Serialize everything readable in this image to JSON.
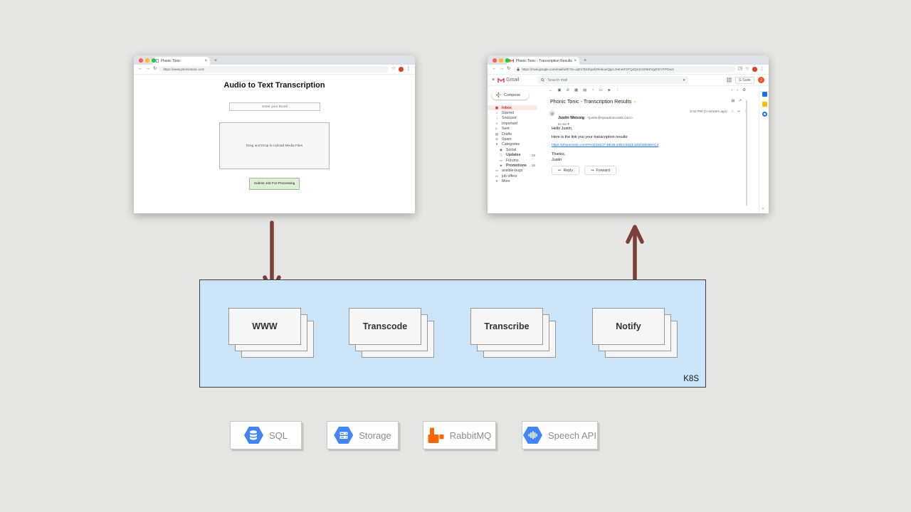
{
  "glyphs": {
    "back": "←",
    "forward": "→",
    "reload": "↻",
    "star": "☆",
    "dots": "⋮",
    "close": "×",
    "plus": "+",
    "hamburger": "≡",
    "caret": "▾",
    "chev_left": "‹",
    "chev_right": "›",
    "gear": "⚙",
    "important": "»",
    "reply": "↩",
    "forward_mail": "↪",
    "open_new": "↗",
    "print": "▤",
    "archive": "▣",
    "report": "⊘",
    "trash": "▦",
    "unread": "▤",
    "snooze": "◔",
    "folder": "▭",
    "label_tag": "◈",
    "extension": "◳"
  },
  "left_browser": {
    "tab_title": "Phonic Tonic",
    "url": "https://www.phonictonic.com",
    "page": {
      "title": "Audio to Text Transcription",
      "email_placeholder": "Enter your Email",
      "dropzone_label": "Drag and Drop to Upload Media Files",
      "submit_label": "Submit Job For Processing"
    }
  },
  "right_browser": {
    "tab_title": "Phonic Tonic - Transcription Results",
    "url": "https://mail.google.com/mail/u/0/?zx=q2m7b1rbyaf1#inbox/QgrcJHmmFSTQJQczzzG9rZVgzhCVTPGwV",
    "gmail": {
      "brand": "Gmail",
      "search_placeholder": "Search mail",
      "suite_label": "G Suite",
      "avatar_letter": "J",
      "compose_label": "Compose",
      "sidebar": [
        {
          "label": "Inbox",
          "glyph": "▣"
        },
        {
          "label": "Starred",
          "glyph": "☆"
        },
        {
          "label": "Snoozed",
          "glyph": "◔"
        },
        {
          "label": "Important",
          "glyph": "»"
        },
        {
          "label": "Sent",
          "glyph": "▷"
        },
        {
          "label": "Drafts",
          "glyph": "▤"
        },
        {
          "label": "Spam",
          "glyph": "⊘"
        },
        {
          "label": "Categories",
          "glyph": "▾"
        },
        {
          "label": "Social",
          "glyph": "◉"
        },
        {
          "label": "Updates",
          "glyph": "ⓘ",
          "count": "19"
        },
        {
          "label": "Forums",
          "glyph": "▭"
        },
        {
          "label": "Promotions",
          "glyph": "◈",
          "count": "15"
        },
        {
          "label": "ansible-bugs",
          "glyph": "▭"
        },
        {
          "label": "job offers",
          "glyph": "▭"
        },
        {
          "label": "More",
          "glyph": "▾"
        }
      ],
      "email": {
        "subject": "Phonic Tonic - Transcription Results",
        "sender_name": "Justin Weissig",
        "sender_email": "<justin@sysadmincasts.com>",
        "to_line": "to me",
        "time": "2:02 PM (0 minutes ago)",
        "greeting": "Hello Justin,",
        "body_line": "Here is the link you your transcription results:",
        "link": "https://phonictonic.com/#A02194CF-BE35-43B3-9443-325046D86AC4",
        "closing": "Thanks,",
        "signature": "Justin",
        "reply_label": "Reply",
        "forward_label": "Forward"
      }
    }
  },
  "cluster": {
    "label": "K8S",
    "services": [
      "WWW",
      "Transcode",
      "Transcribe",
      "Notify"
    ]
  },
  "backing_services": [
    {
      "label": "SQL",
      "icon": "cloud-sql-icon"
    },
    {
      "label": "Storage",
      "icon": "cloud-storage-icon"
    },
    {
      "label": "RabbitMQ",
      "icon": "rabbitmq-icon"
    },
    {
      "label": "Speech API",
      "icon": "speech-api-icon"
    }
  ],
  "colors": {
    "arrow": "#7a4038",
    "cluster_fill": "#cce4f8",
    "gcp_blue": "#4285f4",
    "rabbit_orange": "#ff6600",
    "gmail_red": "#d93025"
  }
}
